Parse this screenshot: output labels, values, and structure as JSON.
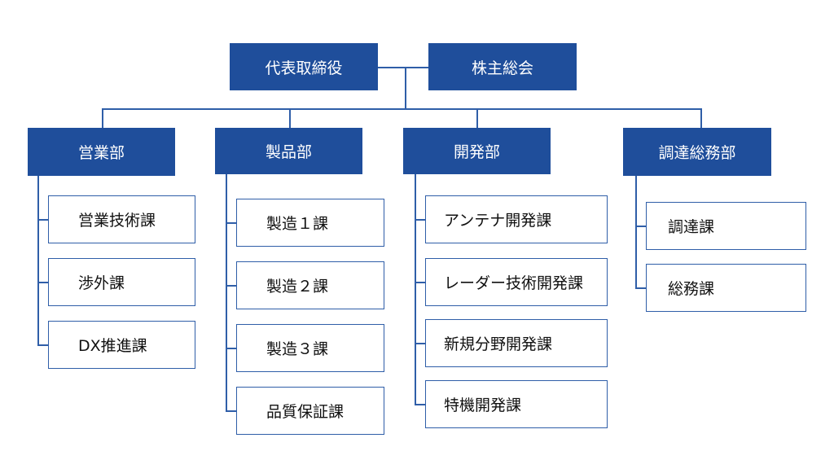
{
  "top": {
    "ceo": "代表取締役",
    "shareholders": "株主総会"
  },
  "departments": [
    {
      "name": "営業部",
      "sections": [
        "営業技術課",
        "渉外課",
        "DX推進課"
      ]
    },
    {
      "name": "製品部",
      "sections": [
        "製造１課",
        "製造２課",
        "製造３課",
        "品質保証課"
      ]
    },
    {
      "name": "開発部",
      "sections": [
        "アンテナ開発課",
        "レーダー技術開発課",
        "新規分野開発課",
        "特機開発課"
      ]
    },
    {
      "name": "調達総務部",
      "sections": [
        "調達課",
        "総務課"
      ]
    }
  ],
  "colors": {
    "header_fill": "#1f4e9b",
    "line": "#2f5ea8",
    "text": "#111111"
  }
}
